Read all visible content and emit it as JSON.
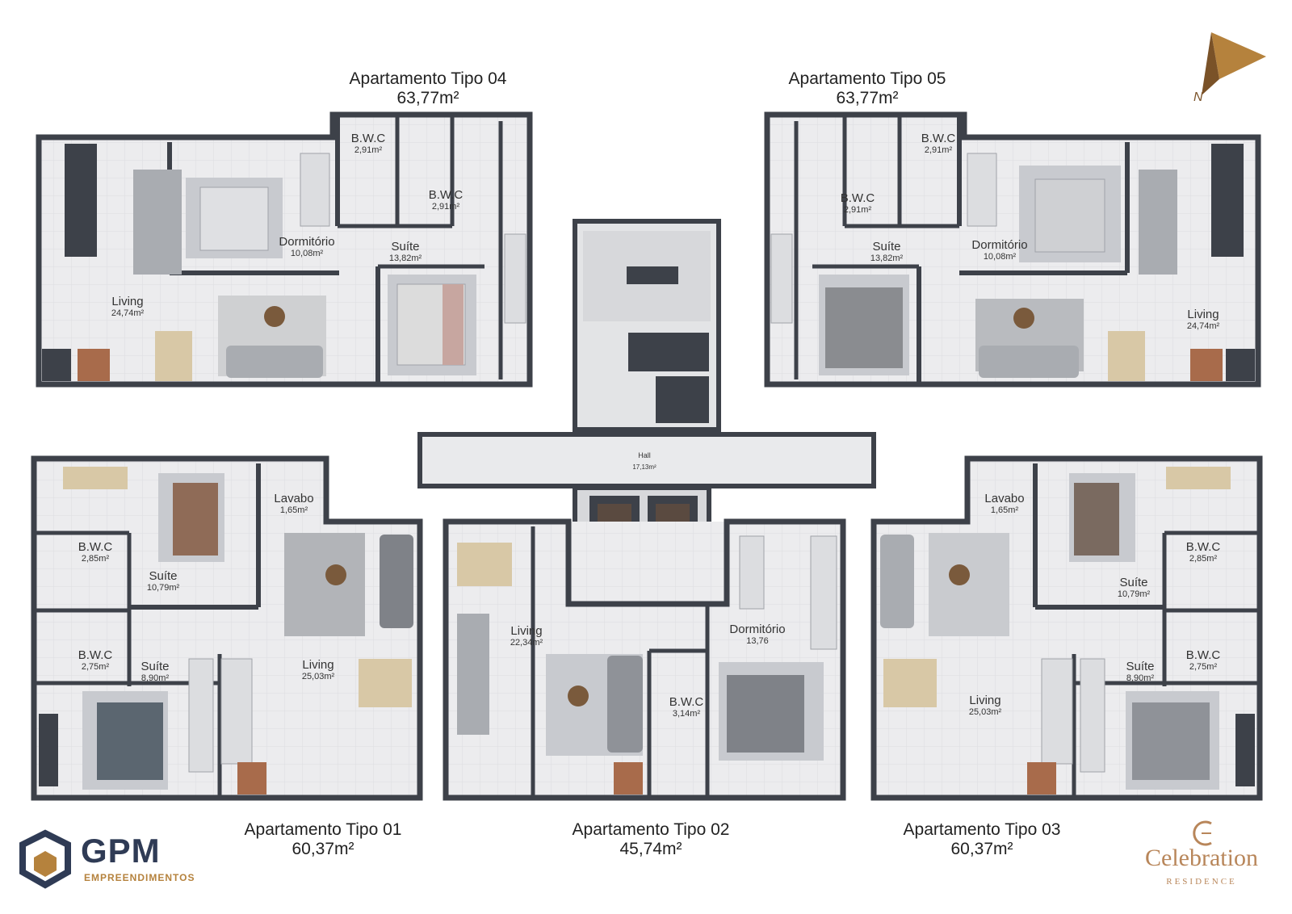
{
  "apartments": {
    "t04": {
      "name": "Apartamento Tipo 04",
      "area": "63,77m²"
    },
    "t05": {
      "name": "Apartamento Tipo 05",
      "area": "63,77m²"
    },
    "t01": {
      "name": "Apartamento Tipo 01",
      "area": "60,37m²"
    },
    "t02": {
      "name": "Apartamento Tipo 02",
      "area": "45,74m²"
    },
    "t03": {
      "name": "Apartamento Tipo 03",
      "area": "60,37m²"
    }
  },
  "rooms": {
    "t04_bwc1": {
      "label": "B.W.C",
      "area": "2,91m²"
    },
    "t04_bwc2": {
      "label": "B.W.C",
      "area": "2,91m²"
    },
    "t04_dorm": {
      "label": "Dormitório",
      "area": "10,08m²"
    },
    "t04_suite": {
      "label": "Suíte",
      "area": "13,82m²"
    },
    "t04_living": {
      "label": "Living",
      "area": "24,74m²"
    },
    "t05_bwc1": {
      "label": "B.W.C",
      "area": "2,91m²"
    },
    "t05_bwc2": {
      "label": "B.W.C",
      "area": "2,91m²"
    },
    "t05_suite": {
      "label": "Suíte",
      "area": "13,82m²"
    },
    "t05_dorm": {
      "label": "Dormitório",
      "area": "10,08m²"
    },
    "t05_living": {
      "label": "Living",
      "area": "24,74m²"
    },
    "hall": {
      "label": "Hall",
      "area": "17,13m²"
    },
    "t01_lavabo": {
      "label": "Lavabo",
      "area": "1,65m²"
    },
    "t01_bwc1": {
      "label": "B.W.C",
      "area": "2,85m²"
    },
    "t01_suite1": {
      "label": "Suíte",
      "area": "10,79m²"
    },
    "t01_bwc2": {
      "label": "B.W.C",
      "area": "2,75m²"
    },
    "t01_suite2": {
      "label": "Suíte",
      "area": "8,90m²"
    },
    "t01_living": {
      "label": "Living",
      "area": "25,03m²"
    },
    "t02_living": {
      "label": "Living",
      "area": "22,34m²"
    },
    "t02_dorm": {
      "label": "Dormitório",
      "area": "13,76"
    },
    "t02_bwc": {
      "label": "B.W.C",
      "area": "3,14m²"
    },
    "t03_lavabo": {
      "label": "Lavabo",
      "area": "1,65m²"
    },
    "t03_bwc1": {
      "label": "B.W.C",
      "area": "2,85m²"
    },
    "t03_suite1": {
      "label": "Suíte",
      "area": "10,79m²"
    },
    "t03_bwc2": {
      "label": "B.W.C",
      "area": "2,75m²"
    },
    "t03_suite2": {
      "label": "Suíte",
      "area": "8,90m²"
    },
    "t03_living": {
      "label": "Living",
      "area": "25,03m²"
    }
  },
  "brand": {
    "gpm_name": "GPM",
    "gpm_sub": "EMPREENDIMENTOS",
    "celebration_name": "Celebration",
    "celebration_sub": "RESIDENCE"
  },
  "compass": {
    "label": "N"
  },
  "colors": {
    "wall": "#3d4149",
    "floor": "#e9eaec",
    "rug": "#c9cbcf",
    "wood": "#d8c8a6",
    "accent_gold": "#b5823d",
    "brand_navy": "#2f3b55"
  }
}
